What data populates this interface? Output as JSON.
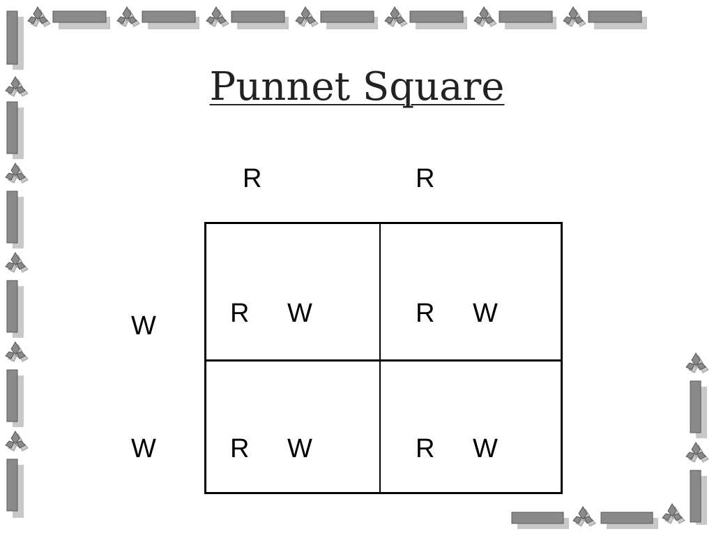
{
  "title": "Punnet Square",
  "top_alleles": [
    "R",
    "R"
  ],
  "side_alleles": [
    "W",
    "W"
  ],
  "cells": [
    [
      {
        "a": "R",
        "b": "W"
      },
      {
        "a": "R",
        "b": "W"
      }
    ],
    [
      {
        "a": "R",
        "b": "W"
      },
      {
        "a": "R",
        "b": "W"
      }
    ]
  ],
  "colors": {
    "border_dark": "#8a8a8a",
    "border_light": "#c8c8c8",
    "text": "#000000",
    "title": "#222222"
  },
  "icons": {
    "border_ornament": "leaf-cluster-icon"
  }
}
